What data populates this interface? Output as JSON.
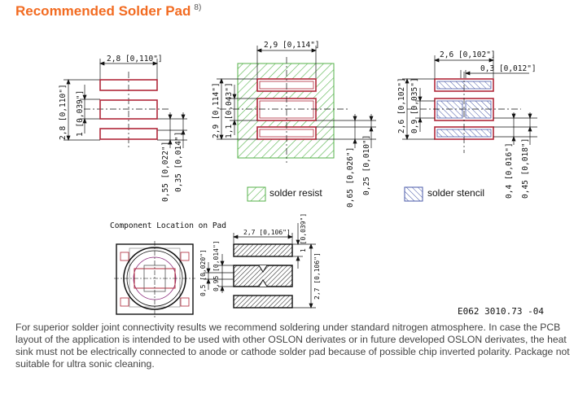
{
  "header": {
    "title": "Recommended Solder Pad",
    "footnote": "8)"
  },
  "dimensions": {
    "d1": "2,8 [0,110\"]",
    "d2": "1 [0,039\"]",
    "d3": "2,8 [0,110\"]",
    "d4": "0,55 [0,022\"]",
    "d5": "0,35 [0,014\"]",
    "d6": "2,9 [0,114\"]",
    "d7": "2,9 [0,114\"]",
    "d8": "1,1 [0,043\"]",
    "d9": "0,65 [0,026\"]",
    "d10": "0,25 [0,010\"]",
    "d11": "2,6 [0,102\"]",
    "d12": "0,3 [0,012\"]",
    "d13": "2,6 [0,102\"]",
    "d14": "0,9 [0,035\"]",
    "d15": "0,4 [0,016\"]",
    "d16": "0,45 [0,018\"]",
    "d17": "2,7 [0,106\"]",
    "d18": "1 [0,039\"]",
    "d19": "2,7 [0,106\"]",
    "d20": "0,5 [0,020\"]",
    "d21": "0,95 [0,014\"]"
  },
  "legend": {
    "resist": "solder resist",
    "stencil": "solder stencil"
  },
  "component_caption": "Component Location on Pad",
  "drawing_number": "E062 3010.73 -04",
  "paragraph": "For superior solder joint connectivity results we recommend soldering under standard nitrogen atmosphere. In case the PCB layout of the application is intended to be used with other OSLON derivates or in future developed OSLON derivates, the heat sink must not be electrically connected to anode or cathode solder pad because of possible chip inverted polarity. Package not suitable for ultra sonic cleaning.",
  "colors": {
    "title": "#f26b21",
    "pad": "#b0283a",
    "resist_hatch": "#55b24a",
    "stencil_hatch": "#4a5aa8"
  }
}
